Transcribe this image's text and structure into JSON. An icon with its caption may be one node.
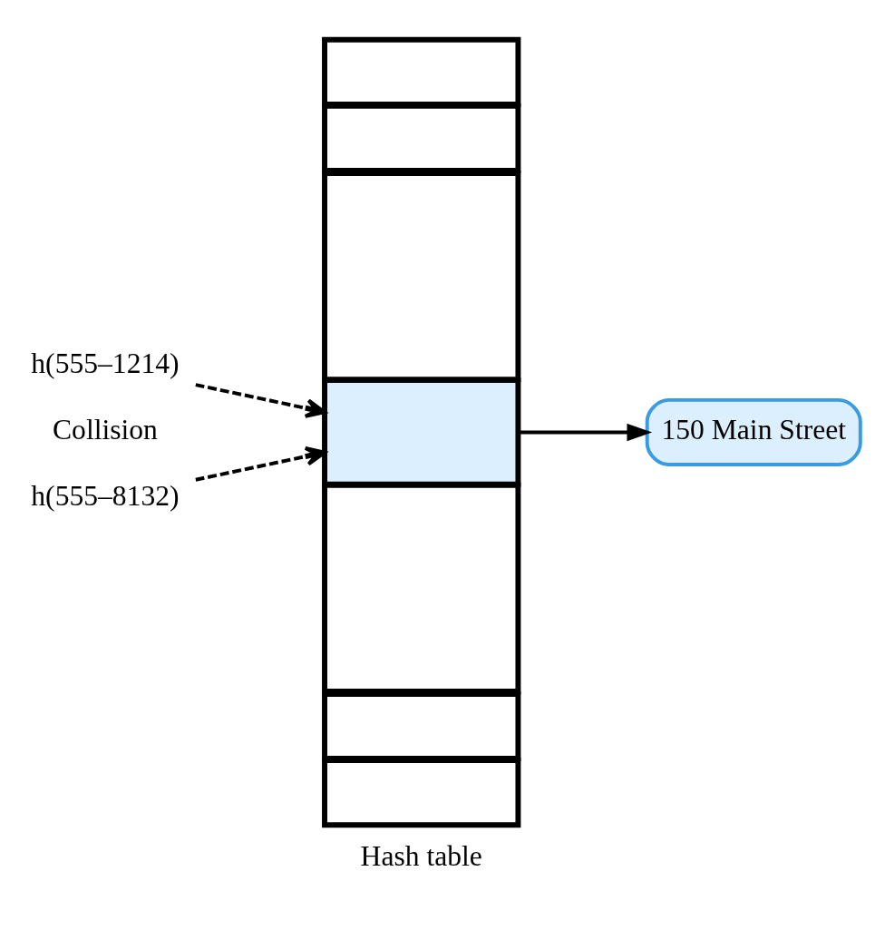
{
  "diagram": {
    "nodes": [
      {
        "text": [],
        "shape": "box"
      },
      {
        "text": [],
        "shape": "box"
      },
      {
        "text": [],
        "shape": "box"
      },
      {
        "text": [],
        "shape": "box"
      },
      {
        "text": [],
        "shape": "box"
      },
      {
        "text": [],
        "shape": "box"
      },
      {
        "text": [],
        "shape": "box"
      },
      {
        "text": [
          "h(555–1214)"
        ]
      },
      {
        "text": [
          "h(555–8132)"
        ]
      },
      {
        "text": [
          "150 Main Street"
        ]
      }
    ],
    "edges": [
      {
        "from": 7,
        "to": 3,
        "arrow": "to",
        "style": "dashed"
      },
      {
        "from": 8,
        "to": 3,
        "arrow": "to",
        "style": "dashed"
      },
      {
        "from": 3,
        "to": 9,
        "arrow": "to"
      }
    ],
    "labels": [
      "Collision",
      "Hash table"
    ]
  }
}
